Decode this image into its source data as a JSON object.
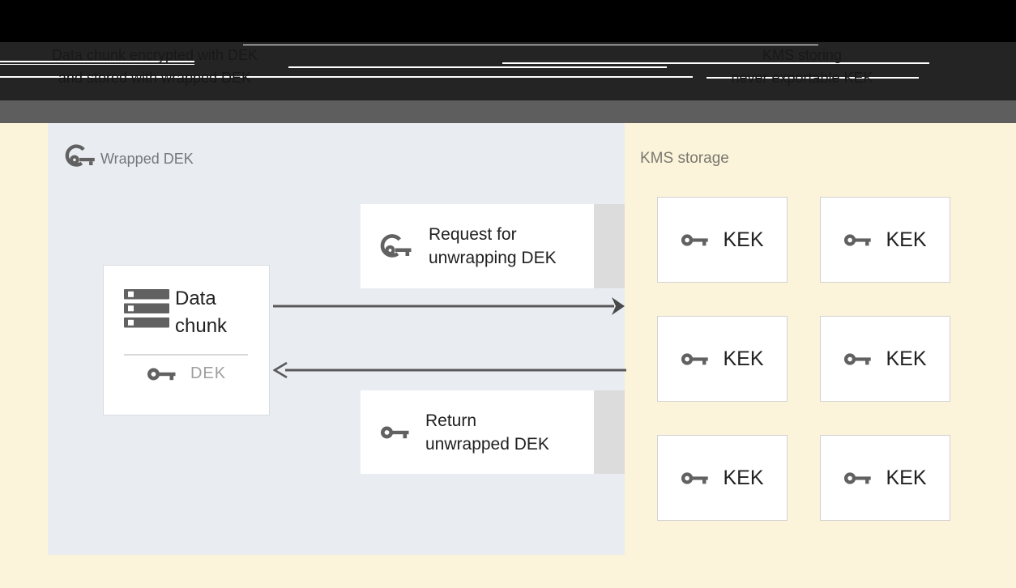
{
  "header": {
    "caption_left": {
      "line1": "Data chunk encrypted with DEK",
      "line2": "and stored with wrapped DEK"
    },
    "caption_right": {
      "line1": "KMS storing",
      "line2": "never exportable KEK"
    }
  },
  "wrapped_dek_panel": {
    "title": "Wrapped DEK",
    "data_chunk_box": {
      "title_line1": "Data",
      "title_line2": "chunk",
      "key_label": "DEK"
    },
    "request_box": {
      "line1": "Request for",
      "line2": "unwrapping DEK"
    },
    "return_box": {
      "line1": "Return",
      "line2": "unwrapped DEK"
    }
  },
  "kms_panel": {
    "title": "KMS storage",
    "kek_labels": [
      "KEK",
      "KEK",
      "KEK",
      "KEK",
      "KEK",
      "KEK"
    ]
  },
  "icons": [
    "wrapped-key-icon",
    "data-chunk-storage-icon",
    "key-icon"
  ],
  "colors": {
    "band_black": "#000000",
    "band_dark": "#242424",
    "band_gray": "#5e5e5e",
    "cream_background": "#fbf4db",
    "panel_blue": "#e9edf2",
    "box_white": "#ffffff",
    "box_border": "#d9dbde",
    "shadow_strip": "#dcdcdc",
    "icon_gray": "#616161",
    "text_dark": "#212121",
    "text_muted_gray": "#76777a",
    "kms_title_gray": "#7b786f",
    "dek_label_gray": "#9e9e9e",
    "arrow_gray": "#595959"
  }
}
